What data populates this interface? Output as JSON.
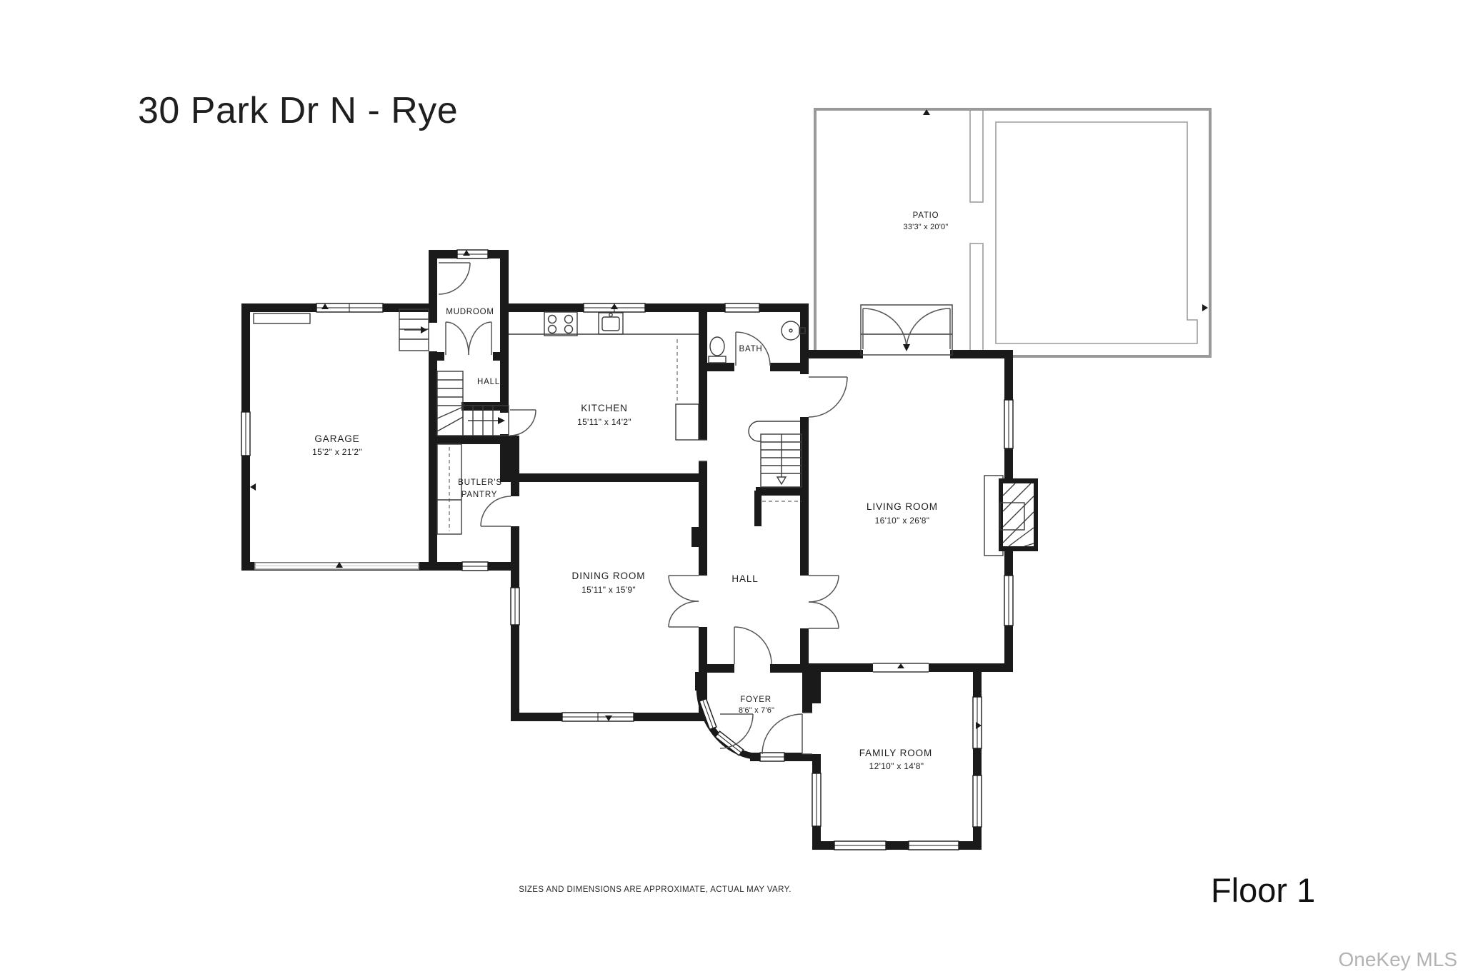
{
  "page": {
    "title": "30 Park Dr N - Rye",
    "floor_label": "Floor 1",
    "watermark": "OneKey MLS",
    "disclaimer": "SIZES AND DIMENSIONS ARE APPROXIMATE, ACTUAL MAY VARY."
  },
  "colors": {
    "walls": "#1a1a1a",
    "patio_outline": "#999999",
    "label_text": "#1c1c1c",
    "watermark_text": "#b3b3b3",
    "background": "#ffffff"
  },
  "rooms": {
    "patio": {
      "name": "PATIO",
      "dims": "33'3\" x 20'0\""
    },
    "mudroom": {
      "name": "MUDROOM"
    },
    "hall_upper": {
      "name": "HALL"
    },
    "kitchen": {
      "name": "KITCHEN",
      "dims": "15'11\" x 14'2\""
    },
    "bath": {
      "name": "BATH"
    },
    "garage": {
      "name": "GARAGE",
      "dims": "15'2\" x 21'2\""
    },
    "butlers_pantry": {
      "name_line1": "BUTLER'S",
      "name_line2": "PANTRY"
    },
    "dining_room": {
      "name": "DINING ROOM",
      "dims": "15'11\" x 15'9\""
    },
    "hall_center": {
      "name": "HALL"
    },
    "living_room": {
      "name": "LIVING ROOM",
      "dims": "16'10\" x 26'8\""
    },
    "foyer": {
      "name": "FOYER",
      "dims": "8'6\" x 7'6\""
    },
    "family_room": {
      "name": "FAMILY ROOM",
      "dims": "12'10\" x 14'8\""
    }
  }
}
